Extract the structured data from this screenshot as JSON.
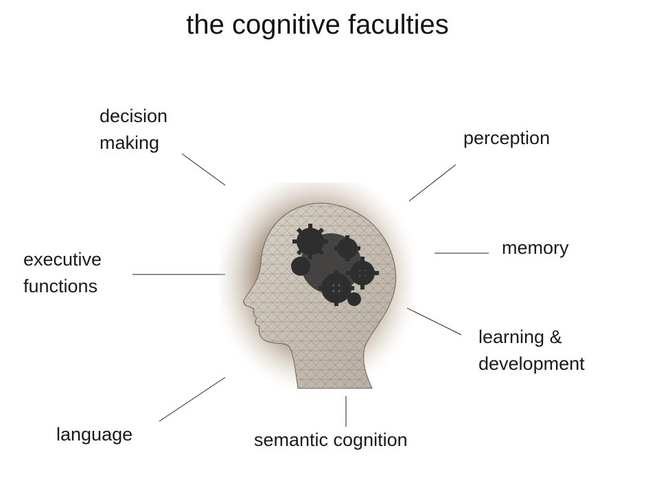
{
  "title": "the cognitive faculties",
  "faculties": {
    "decision_making": [
      "decision",
      "making"
    ],
    "perception": [
      "perception"
    ],
    "executive_functions": [
      "executive",
      "functions"
    ],
    "memory": [
      "memory"
    ],
    "learning_development": [
      "learning &",
      "development"
    ],
    "language": [
      "language"
    ],
    "semantic_cognition": [
      "semantic cognition"
    ]
  },
  "colors": {
    "text": "#1a1a1a",
    "connector": "#222222",
    "head_glow": "#7a6245",
    "gears": "#2e2e2e"
  }
}
